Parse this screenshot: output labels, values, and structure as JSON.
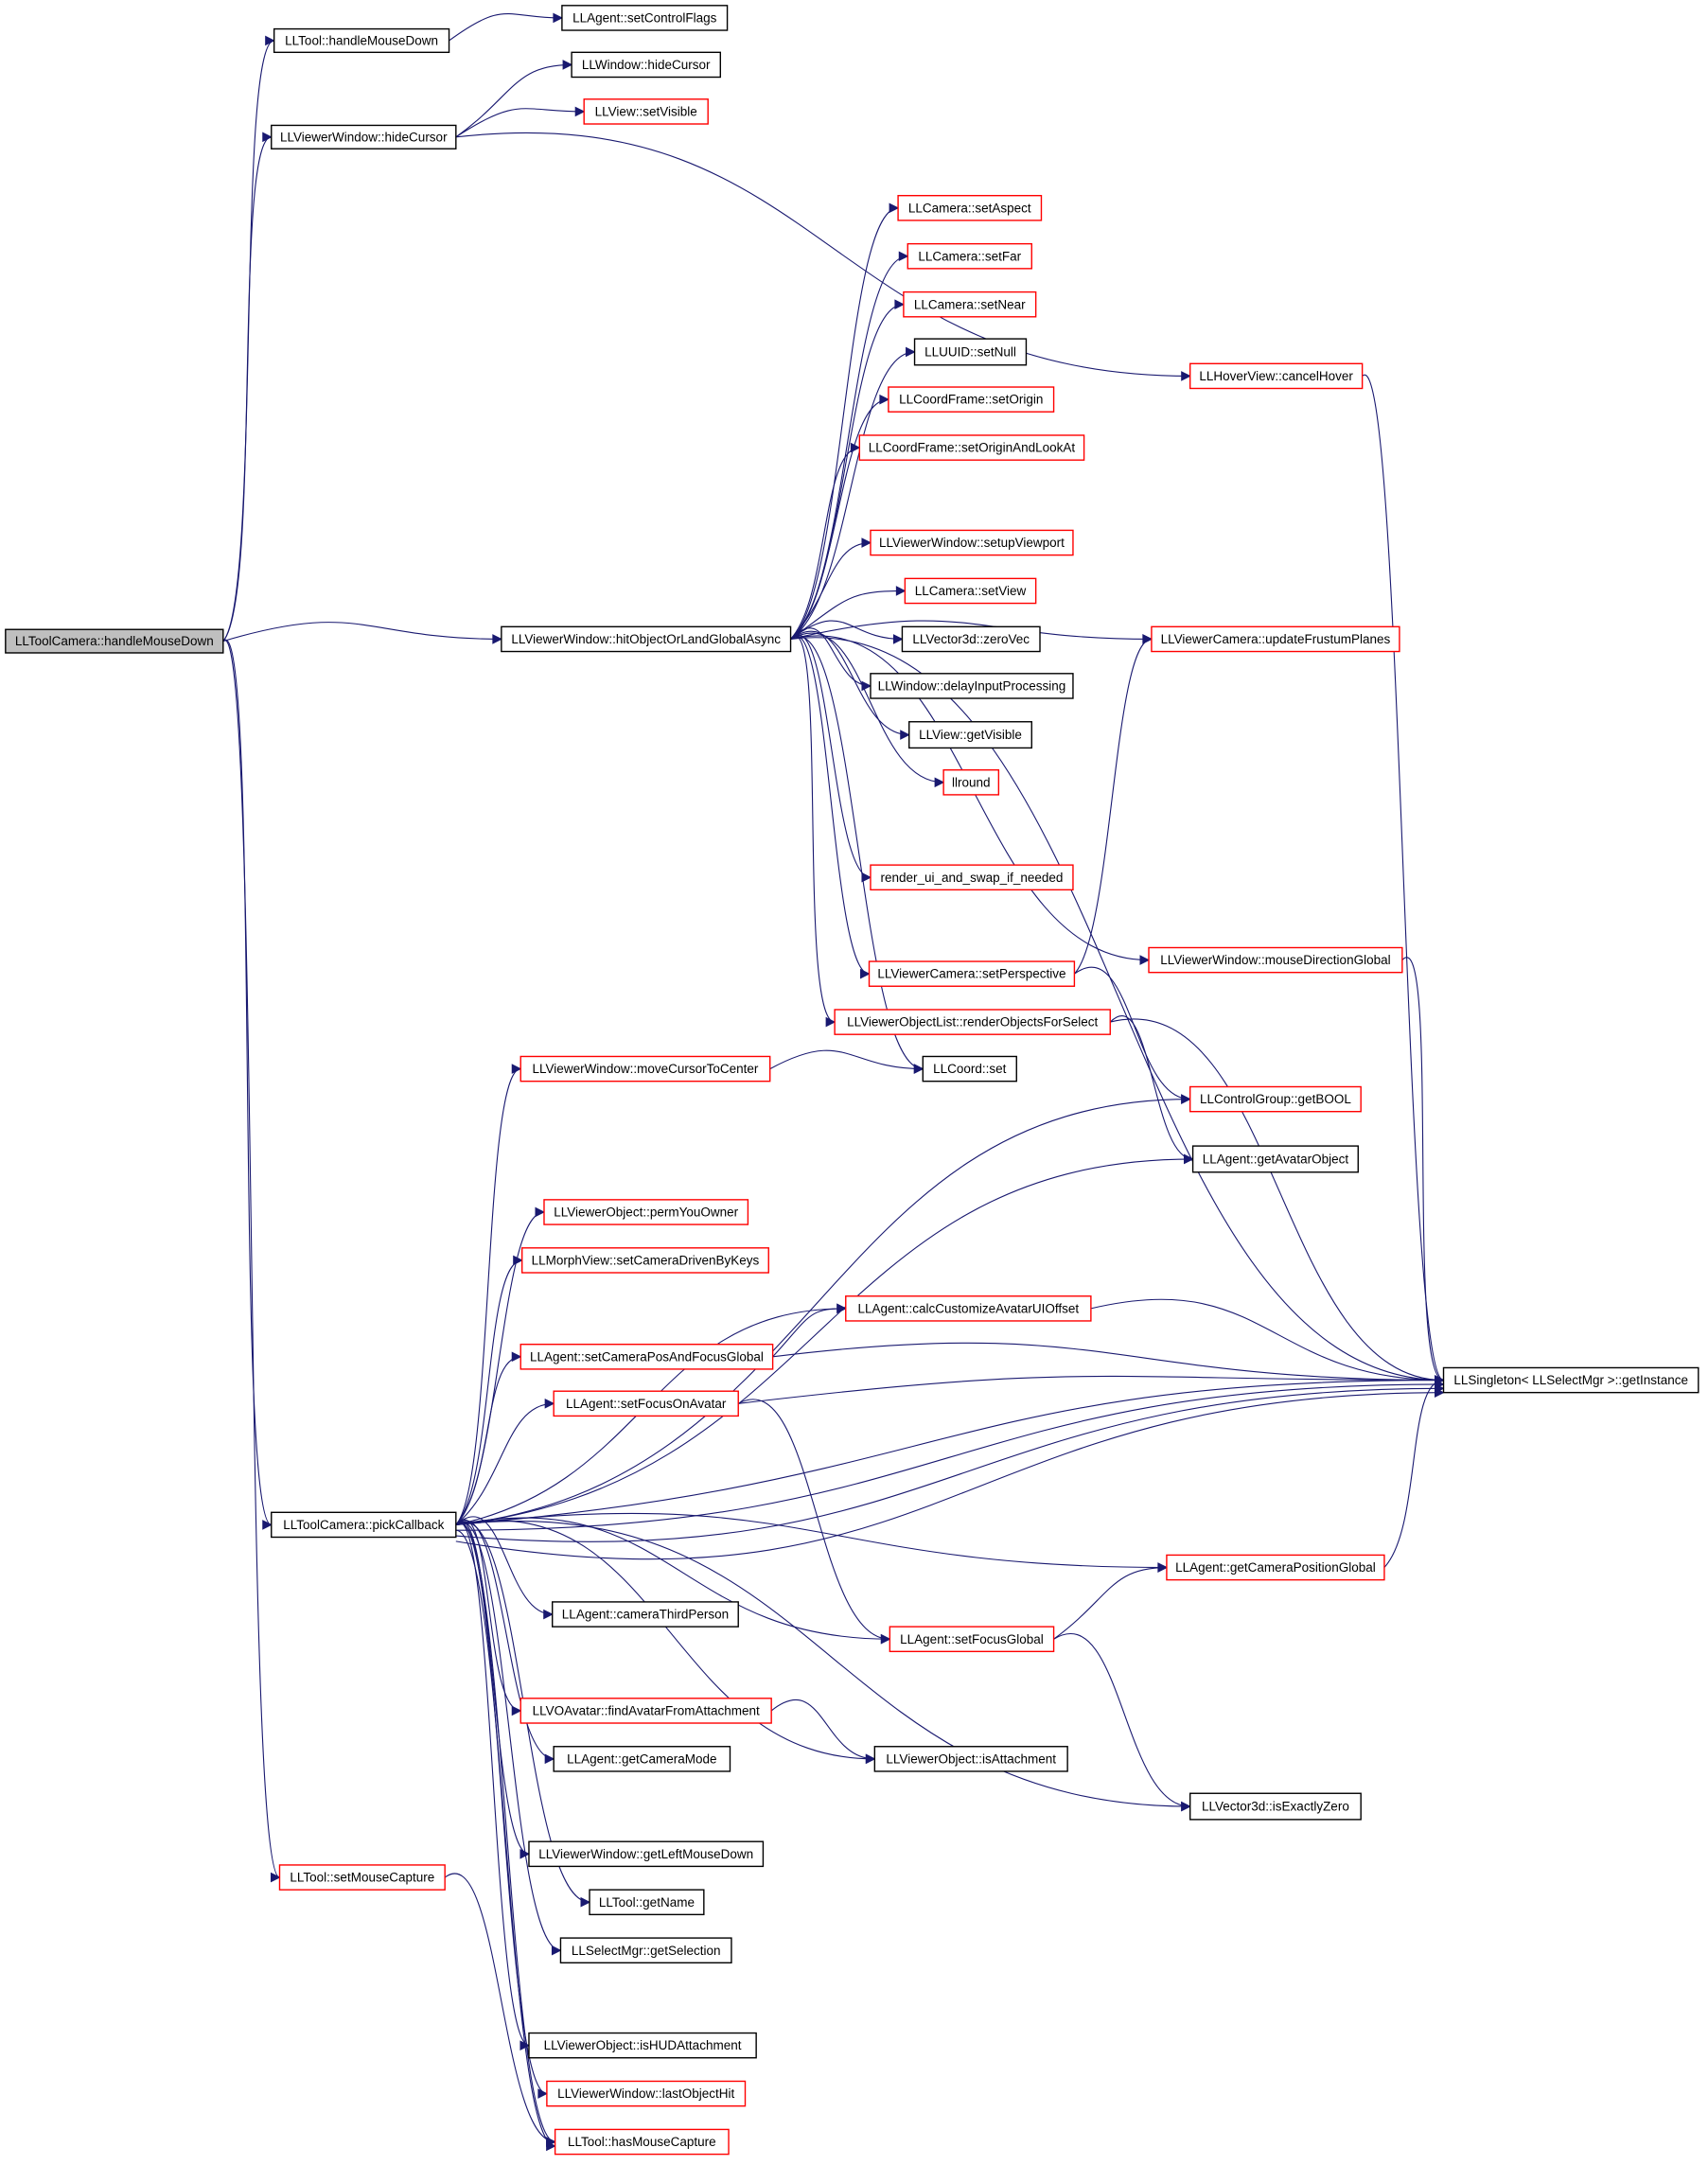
{
  "colors": {
    "edge": "#191970",
    "border_documented": "#000000",
    "border_undocumented": "#ff0000",
    "root_fill": "#bfbfbf",
    "node_fill": "#ffffff"
  },
  "nodes": [
    {
      "id": "root",
      "label": "LLToolCamera::handleMouseDown",
      "style": "root"
    },
    {
      "id": "tool_hmd",
      "label": "LLTool::handleMouseDown",
      "style": "black"
    },
    {
      "id": "agent_scf",
      "label": "LLAgent::setControlFlags",
      "style": "black"
    },
    {
      "id": "vw_hidecursor",
      "label": "LLViewerWindow::hideCursor",
      "style": "black"
    },
    {
      "id": "win_hidecursor",
      "label": "LLWindow::hideCursor",
      "style": "black"
    },
    {
      "id": "view_setvisible",
      "label": "LLView::setVisible",
      "style": "red"
    },
    {
      "id": "cam_setaspect",
      "label": "LLCamera::setAspect",
      "style": "red"
    },
    {
      "id": "cam_setfar",
      "label": "LLCamera::setFar",
      "style": "red"
    },
    {
      "id": "cam_setnear",
      "label": "LLCamera::setNear",
      "style": "red"
    },
    {
      "id": "uuid_setnull",
      "label": "LLUUID::setNull",
      "style": "black"
    },
    {
      "id": "hover_cancel",
      "label": "LLHoverView::cancelHover",
      "style": "red"
    },
    {
      "id": "cf_setorigin",
      "label": "LLCoordFrame::setOrigin",
      "style": "red"
    },
    {
      "id": "cf_setoriginlook",
      "label": "LLCoordFrame::setOriginAndLookAt",
      "style": "red"
    },
    {
      "id": "vw_setupviewport",
      "label": "LLViewerWindow::setupViewport",
      "style": "red"
    },
    {
      "id": "cam_setview",
      "label": "LLCamera::setView",
      "style": "red"
    },
    {
      "id": "vc_updatefrustum",
      "label": "LLViewerCamera::updateFrustumPlanes",
      "style": "red"
    },
    {
      "id": "vw_hitobject",
      "label": "LLViewerWindow::hitObjectOrLandGlobalAsync",
      "style": "black"
    },
    {
      "id": "v3_zerovec",
      "label": "LLVector3d::zeroVec",
      "style": "black"
    },
    {
      "id": "win_delayinput",
      "label": "LLWindow::delayInputProcessing",
      "style": "black"
    },
    {
      "id": "view_getvisible",
      "label": "LLView::getVisible",
      "style": "black"
    },
    {
      "id": "llround",
      "label": "llround",
      "style": "red"
    },
    {
      "id": "render_ui",
      "label": "render_ui_and_swap_if_needed",
      "style": "red"
    },
    {
      "id": "vw_mousedir",
      "label": "LLViewerWindow::mouseDirectionGlobal",
      "style": "red"
    },
    {
      "id": "vc_setpersp",
      "label": "LLViewerCamera::setPerspective",
      "style": "red"
    },
    {
      "id": "vol_render",
      "label": "LLViewerObjectList::renderObjectsForSelect",
      "style": "red"
    },
    {
      "id": "vw_movecursor",
      "label": "LLViewerWindow::moveCursorToCenter",
      "style": "red"
    },
    {
      "id": "coord_set",
      "label": "LLCoord::set",
      "style": "black"
    },
    {
      "id": "cg_getbool",
      "label": "LLControlGroup::getBOOL",
      "style": "red"
    },
    {
      "id": "agent_getavatar",
      "label": "LLAgent::getAvatarObject",
      "style": "black"
    },
    {
      "id": "vo_permyou",
      "label": "LLViewerObject::permYouOwner",
      "style": "red"
    },
    {
      "id": "mv_setcamdriven",
      "label": "LLMorphView::setCameraDrivenByKeys",
      "style": "red"
    },
    {
      "id": "agent_calccust",
      "label": "LLAgent::calcCustomizeAvatarUIOffset",
      "style": "red"
    },
    {
      "id": "agent_setcampos",
      "label": "LLAgent::setCameraPosAndFocusGlobal",
      "style": "red"
    },
    {
      "id": "singleton",
      "label": "LLSingleton< LLSelectMgr >::getInstance",
      "style": "black"
    },
    {
      "id": "agent_setfocusav",
      "label": "LLAgent::setFocusOnAvatar",
      "style": "red"
    },
    {
      "id": "tc_pick",
      "label": "LLToolCamera::pickCallback",
      "style": "black"
    },
    {
      "id": "agent_getcampos",
      "label": "LLAgent::getCameraPositionGlobal",
      "style": "red"
    },
    {
      "id": "agent_cam3rd",
      "label": "LLAgent::cameraThirdPerson",
      "style": "black"
    },
    {
      "id": "agent_setfocusg",
      "label": "LLAgent::setFocusGlobal",
      "style": "red"
    },
    {
      "id": "voa_find",
      "label": "LLVOAvatar::findAvatarFromAttachment",
      "style": "red"
    },
    {
      "id": "agent_getcammode",
      "label": "LLAgent::getCameraMode",
      "style": "black"
    },
    {
      "id": "vo_isattach",
      "label": "LLViewerObject::isAttachment",
      "style": "black"
    },
    {
      "id": "v3_isexactzero",
      "label": "LLVector3d::isExactlyZero",
      "style": "black"
    },
    {
      "id": "vw_getleftmd",
      "label": "LLViewerWindow::getLeftMouseDown",
      "style": "black"
    },
    {
      "id": "tool_setmousecap",
      "label": "LLTool::setMouseCapture",
      "style": "red"
    },
    {
      "id": "tool_getname",
      "label": "LLTool::getName",
      "style": "black"
    },
    {
      "id": "sm_getsel",
      "label": "LLSelectMgr::getSelection",
      "style": "black"
    },
    {
      "id": "vo_ishud",
      "label": "LLViewerObject::isHUDAttachment",
      "style": "black"
    },
    {
      "id": "vw_lastobj",
      "label": "LLViewerWindow::lastObjectHit",
      "style": "red"
    },
    {
      "id": "tool_hasmousecap",
      "label": "LLTool::hasMouseCapture",
      "style": "red"
    }
  ],
  "edges": [
    [
      "root",
      "tool_hmd"
    ],
    [
      "tool_hmd",
      "agent_scf"
    ],
    [
      "root",
      "vw_hidecursor"
    ],
    [
      "vw_hidecursor",
      "win_hidecursor"
    ],
    [
      "vw_hidecursor",
      "view_setvisible"
    ],
    [
      "vw_hidecursor",
      "hover_cancel"
    ],
    [
      "root",
      "vw_hitobject"
    ],
    [
      "vw_hitobject",
      "cam_setaspect"
    ],
    [
      "vw_hitobject",
      "cam_setfar"
    ],
    [
      "vw_hitobject",
      "cam_setnear"
    ],
    [
      "vw_hitobject",
      "uuid_setnull"
    ],
    [
      "vw_hitobject",
      "cf_setorigin"
    ],
    [
      "vw_hitobject",
      "cf_setoriginlook"
    ],
    [
      "vw_hitobject",
      "vc_updatefrustum"
    ],
    [
      "vw_hitobject",
      "vw_setupviewport"
    ],
    [
      "vw_hitobject",
      "cam_setview"
    ],
    [
      "vw_hitobject",
      "v3_zerovec"
    ],
    [
      "vw_hitobject",
      "win_delayinput"
    ],
    [
      "vw_hitobject",
      "view_getvisible"
    ],
    [
      "vw_hitobject",
      "llround"
    ],
    [
      "vw_hitobject",
      "singleton"
    ],
    [
      "vw_hitobject",
      "render_ui"
    ],
    [
      "vw_hitobject",
      "vw_mousedir"
    ],
    [
      "vw_hitobject",
      "vc_setpersp"
    ],
    [
      "vw_hitobject",
      "vol_render"
    ],
    [
      "vw_hitobject",
      "coord_set"
    ],
    [
      "hover_cancel",
      "singleton"
    ],
    [
      "vw_mousedir",
      "singleton"
    ],
    [
      "vc_setpersp",
      "vc_updatefrustum"
    ],
    [
      "vc_setpersp",
      "cg_getbool"
    ],
    [
      "vol_render",
      "singleton"
    ],
    [
      "vol_render",
      "agent_getavatar"
    ],
    [
      "vw_movecursor",
      "coord_set"
    ],
    [
      "agent_calccust",
      "singleton"
    ],
    [
      "agent_setcampos",
      "singleton"
    ],
    [
      "agent_setcampos",
      "agent_calccust"
    ],
    [
      "agent_setfocusav",
      "singleton"
    ],
    [
      "agent_setfocusav",
      "agent_setfocusg"
    ],
    [
      "agent_setfocusg",
      "agent_getcampos"
    ],
    [
      "agent_setfocusg",
      "v3_isexactzero"
    ],
    [
      "agent_getcampos",
      "singleton"
    ],
    [
      "voa_find",
      "vo_isattach"
    ],
    [
      "root",
      "tc_pick"
    ],
    [
      "root",
      "tool_setmousecap"
    ],
    [
      "tool_setmousecap",
      "tool_hasmousecap"
    ],
    [
      "tc_pick",
      "vw_movecursor"
    ],
    [
      "tc_pick",
      "cg_getbool"
    ],
    [
      "tc_pick",
      "agent_getavatar"
    ],
    [
      "tc_pick",
      "vo_permyou"
    ],
    [
      "tc_pick",
      "mv_setcamdriven"
    ],
    [
      "tc_pick",
      "agent_calccust"
    ],
    [
      "tc_pick",
      "agent_setcampos"
    ],
    [
      "tc_pick",
      "agent_setfocusav"
    ],
    [
      "tc_pick",
      "singleton"
    ],
    [
      "tc_pick",
      "singleton"
    ],
    [
      "tc_pick",
      "singleton"
    ],
    [
      "tc_pick",
      "singleton"
    ],
    [
      "tc_pick",
      "agent_getcampos"
    ],
    [
      "tc_pick",
      "agent_cam3rd"
    ],
    [
      "tc_pick",
      "agent_setfocusg"
    ],
    [
      "tc_pick",
      "voa_find"
    ],
    [
      "tc_pick",
      "agent_getcammode"
    ],
    [
      "tc_pick",
      "vo_isattach"
    ],
    [
      "tc_pick",
      "vw_getleftmd"
    ],
    [
      "tc_pick",
      "tool_getname"
    ],
    [
      "tc_pick",
      "sm_getsel"
    ],
    [
      "tc_pick",
      "v3_isexactzero"
    ],
    [
      "tc_pick",
      "vo_ishud"
    ],
    [
      "tc_pick",
      "vw_lastobj"
    ],
    [
      "tc_pick",
      "tool_hasmousecap"
    ],
    [
      "tc_pick",
      "tool_hasmousecap"
    ]
  ]
}
